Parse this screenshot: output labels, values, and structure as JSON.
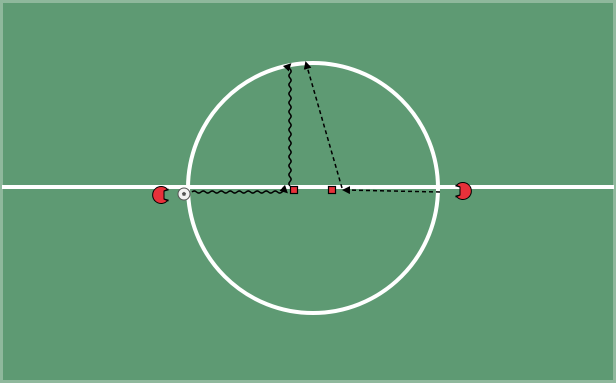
{
  "diagram": {
    "colors": {
      "pitch": "#5e9a73",
      "pitch_border": "#8fb89c",
      "lines": "#ffffff",
      "player": "#e8313a",
      "player_outline": "#000000",
      "cone": "#e8313a",
      "cone_outline": "#000000",
      "ball": "#f2f2f2",
      "ball_outline": "#555555",
      "arrow": "#000000"
    },
    "elements": {
      "players": [
        {
          "name": "player-left",
          "facing": "right"
        },
        {
          "name": "player-right",
          "facing": "left"
        }
      ],
      "cones": [
        "cone-center-left",
        "cone-center-right"
      ],
      "ball": "soccer-ball",
      "movements": [
        {
          "name": "dribble-to-cone",
          "style": "wavy"
        },
        {
          "name": "dribble-upfield",
          "style": "wavy"
        },
        {
          "name": "run-to-cone",
          "style": "dashed"
        },
        {
          "name": "run-upfield",
          "style": "dashed"
        }
      ]
    }
  }
}
